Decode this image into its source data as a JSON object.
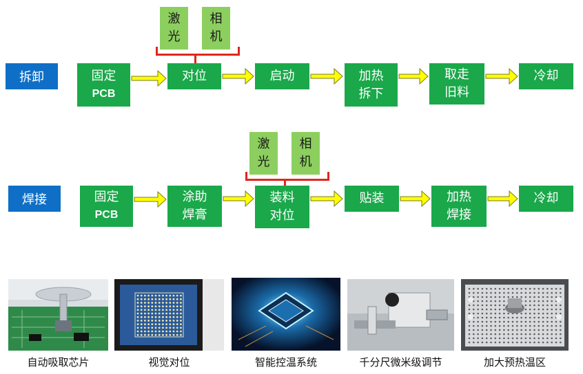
{
  "row1": {
    "label": "拆卸",
    "camera": [
      "激\n光",
      "相\n机"
    ],
    "steps": [
      {
        "lines": [
          "固定",
          "PCB"
        ]
      },
      {
        "lines": [
          "对位"
        ]
      },
      {
        "lines": [
          "启动"
        ]
      },
      {
        "lines": [
          "加热",
          "拆下"
        ]
      },
      {
        "lines": [
          "取走",
          "旧料"
        ]
      },
      {
        "lines": [
          "冷却"
        ]
      }
    ]
  },
  "row2": {
    "label": "焊接",
    "camera": [
      "激\n光",
      "相\n机"
    ],
    "steps": [
      {
        "lines": [
          "固定",
          "PCB"
        ]
      },
      {
        "lines": [
          "涂助",
          "焊膏"
        ]
      },
      {
        "lines": [
          "装料",
          "对位"
        ]
      },
      {
        "lines": [
          "贴装"
        ]
      },
      {
        "lines": [
          "加热",
          "焊接"
        ]
      },
      {
        "lines": [
          "冷却"
        ]
      }
    ]
  },
  "features": [
    {
      "caption": "自动吸取芯片",
      "icon": "suction-nozzle-photo"
    },
    {
      "caption": "视觉对位",
      "icon": "vision-monitor-photo"
    },
    {
      "caption": "智能控温系统",
      "icon": "chip-control-photo"
    },
    {
      "caption": "千分尺微米级调节",
      "icon": "micrometer-photo"
    },
    {
      "caption": "加大预热温区",
      "icon": "preheat-plate-photo"
    }
  ],
  "colors": {
    "process_box": "#1aa84a",
    "camera_box": "#8ccf5f",
    "label": "#0f6fc6",
    "arrow": "#ffff00",
    "bracket": "#e0261b"
  }
}
